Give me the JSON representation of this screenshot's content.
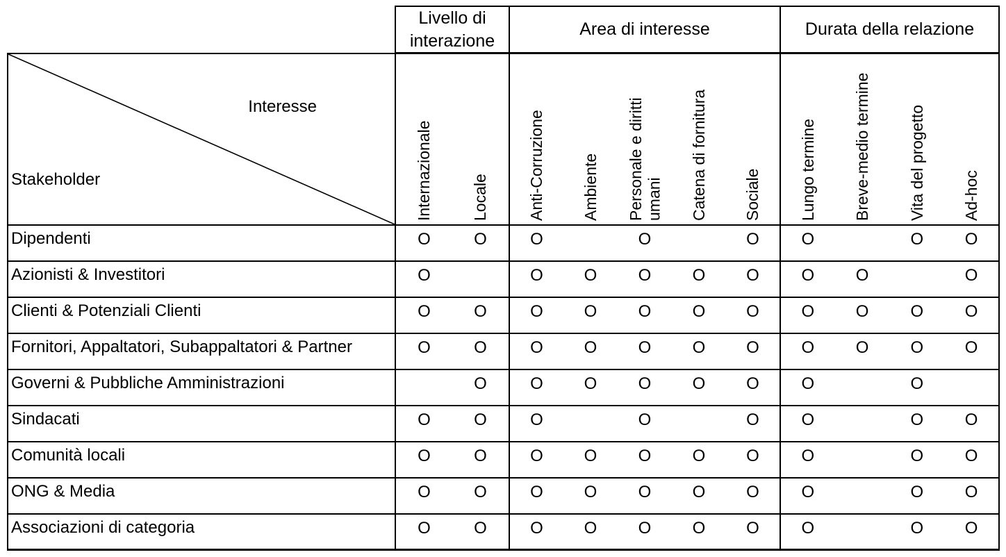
{
  "table": {
    "corner": {
      "top_label": "Interesse",
      "bottom_label": "Stakeholder"
    },
    "groups": [
      {
        "label": "Livello di interazione",
        "columns": [
          "Internazionale",
          "Locale"
        ]
      },
      {
        "label": "Area di interesse",
        "columns": [
          "Anti-Corruzione",
          "Ambiente",
          "Personale e diritti\numani",
          "Catena di fornitura",
          "Sociale"
        ]
      },
      {
        "label": "Durata della relazione",
        "columns": [
          "Lungo termine",
          "Breve-medio termine",
          "Vita del progetto",
          "Ad-hoc"
        ]
      }
    ],
    "mark_symbol": "O",
    "rows": [
      {
        "label": "Dipendenti",
        "marks": [
          "O",
          "O",
          "O",
          "",
          "O",
          "",
          "O",
          "O",
          "",
          "O",
          "O"
        ]
      },
      {
        "label": "Azionisti & Investitori",
        "marks": [
          "O",
          "",
          "O",
          "O",
          "O",
          "O",
          "O",
          "O",
          "O",
          "",
          "O"
        ]
      },
      {
        "label": "Clienti & Potenziali Clienti",
        "marks": [
          "O",
          "O",
          "O",
          "O",
          "O",
          "O",
          "O",
          "O",
          "O",
          "O",
          "O"
        ]
      },
      {
        "label": "Fornitori, Appaltatori, Subappaltatori & Partner",
        "marks": [
          "O",
          "O",
          "O",
          "O",
          "O",
          "O",
          "O",
          "O",
          "O",
          "O",
          "O"
        ]
      },
      {
        "label": "Governi & Pubbliche Amministrazioni",
        "marks": [
          "",
          "O",
          "O",
          "O",
          "O",
          "O",
          "O",
          "O",
          "",
          "O",
          ""
        ]
      },
      {
        "label": "Sindacati",
        "marks": [
          "O",
          "O",
          "O",
          "",
          "O",
          "",
          "O",
          "O",
          "",
          "O",
          "O"
        ]
      },
      {
        "label": "Comunità locali",
        "marks": [
          "O",
          "O",
          "O",
          "O",
          "O",
          "O",
          "O",
          "O",
          "",
          "O",
          "O"
        ]
      },
      {
        "label": "ONG & Media",
        "marks": [
          "O",
          "O",
          "O",
          "O",
          "O",
          "O",
          "O",
          "O",
          "",
          "O",
          "O"
        ]
      },
      {
        "label": "Associazioni di categoria",
        "marks": [
          "O",
          "O",
          "O",
          "O",
          "O",
          "O",
          "O",
          "O",
          "",
          "O",
          "O"
        ]
      }
    ],
    "colors": {
      "border": "#000000",
      "text": "#000000",
      "background": "#ffffff"
    }
  }
}
